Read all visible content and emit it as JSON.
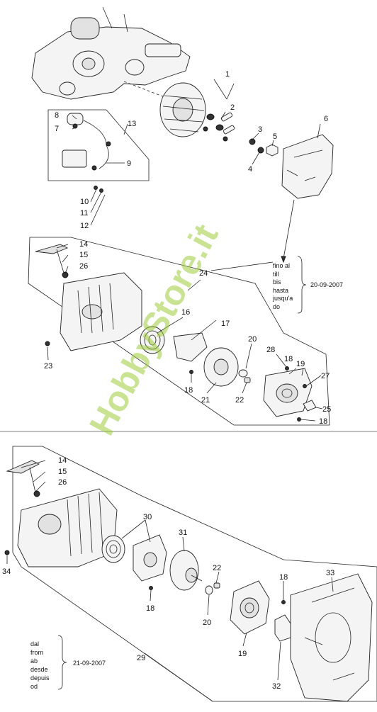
{
  "watermark": "HobbyStore.it",
  "section_top": {
    "callouts": [
      "1",
      "2",
      "3",
      "4",
      "5",
      "6",
      "7",
      "8",
      "9",
      "10",
      "11",
      "12",
      "13",
      "14",
      "15",
      "26",
      "24",
      "16",
      "17",
      "20",
      "28",
      "18",
      "19",
      "27",
      "23",
      "21",
      "22",
      "25",
      "18",
      "18"
    ],
    "date_note": {
      "lines": [
        "fino al",
        "till",
        "bis",
        "hasta",
        "jusqu'a",
        "do"
      ],
      "date": "20-09-2007"
    }
  },
  "section_bottom": {
    "callouts": [
      "14",
      "15",
      "26",
      "30",
      "31",
      "22",
      "18",
      "33",
      "34",
      "18",
      "20",
      "19",
      "32",
      "29"
    ],
    "date_note": {
      "lines": [
        "dal",
        "from",
        "ab",
        "desde",
        "depuis",
        "od"
      ],
      "date": "21-09-2007"
    }
  }
}
